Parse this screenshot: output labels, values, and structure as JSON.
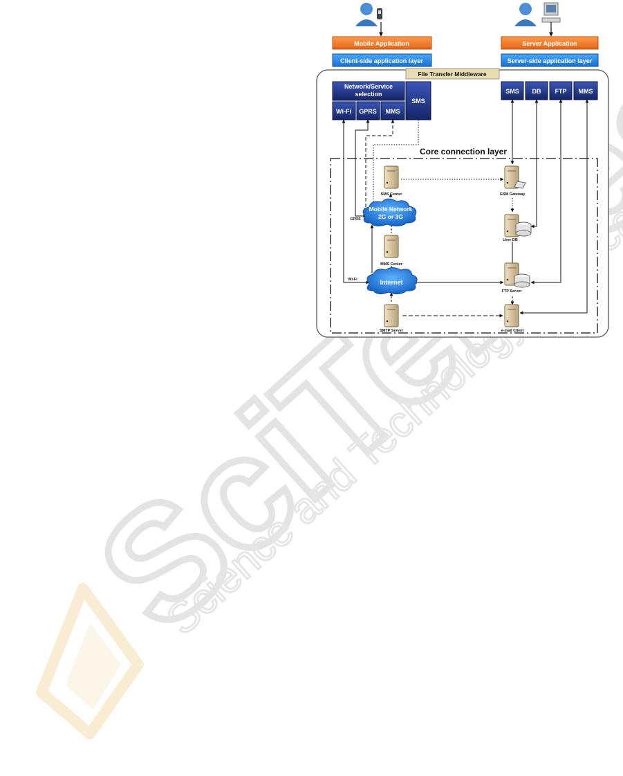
{
  "top": {
    "left": {
      "app": "Mobile Application",
      "layer": "Client-side application layer"
    },
    "right": {
      "app": "Server Application",
      "layer": "Server-side application layer"
    }
  },
  "middleware": {
    "title": "File Transfer Middleware"
  },
  "client_stack": {
    "header": "Network/Service selection",
    "sms": "SMS",
    "items": [
      "Wi-Fi",
      "GPRS",
      "MMS"
    ]
  },
  "server_stack": {
    "items": [
      "SMS",
      "DB",
      "FTP",
      "MMS"
    ]
  },
  "core": {
    "title": "Core connection layer"
  },
  "nodes": {
    "sms_center": "SMS Center",
    "gsm_gateway": "GSM Gateway",
    "mobile_network_line1": "Mobile Network",
    "mobile_network_line2": "2G or 3G",
    "user_db": "User DB",
    "mms_center": "MMS Center",
    "internet": "Internet",
    "ftp_server": "FTP Server",
    "smtp_server": "SMTP Server",
    "email_client": "e-mail Client"
  },
  "link_labels": {
    "gprs": "GPRS",
    "wifi": "Wi-Fi"
  },
  "watermark": {
    "line1": "SciTePress",
    "line2": "Science and Technology Publications"
  },
  "colors": {
    "orange": "#f07c2a",
    "blue": "#1e88e5",
    "navy": "#1b2f7a",
    "cloud": "#1f7fe0",
    "middleware": "#e8dcb0",
    "watermark": "#e6e6e6",
    "watermark_logo": "#f3ddb0"
  }
}
